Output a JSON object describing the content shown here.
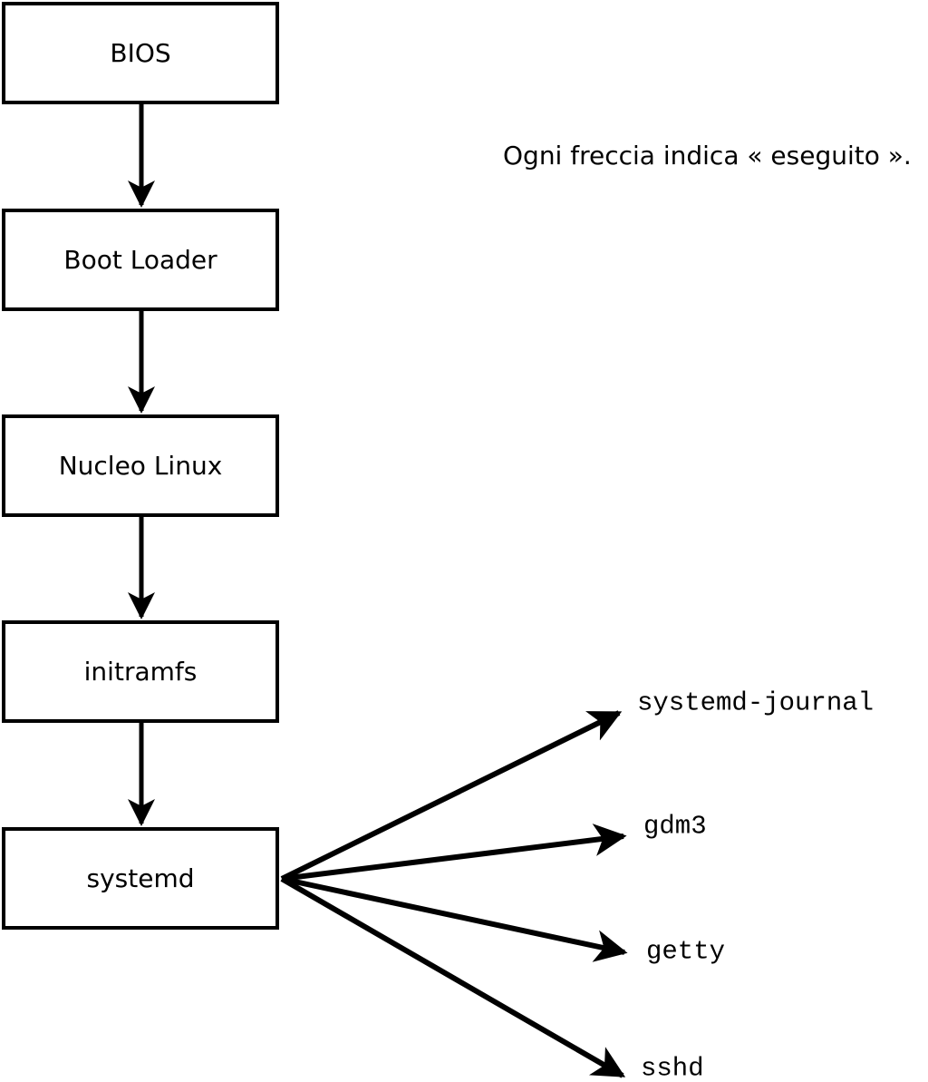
{
  "diagram": {
    "caption": "Ogni freccia indica « eseguito ».",
    "boxes": [
      {
        "id": "bios",
        "label": "BIOS"
      },
      {
        "id": "boot-loader",
        "label": "Boot Loader"
      },
      {
        "id": "nucleo-linux",
        "label": "Nucleo Linux"
      },
      {
        "id": "initramfs",
        "label": "initramfs"
      },
      {
        "id": "systemd",
        "label": "systemd"
      }
    ],
    "fan_targets": [
      {
        "id": "systemd-journal",
        "label": "systemd-journal"
      },
      {
        "id": "gdm3",
        "label": "gdm3"
      },
      {
        "id": "getty",
        "label": "getty"
      },
      {
        "id": "sshd",
        "label": "sshd"
      }
    ],
    "edges": [
      {
        "from": "BIOS",
        "to": "Boot Loader",
        "meaning": "eseguito"
      },
      {
        "from": "Boot Loader",
        "to": "Nucleo Linux",
        "meaning": "eseguito"
      },
      {
        "from": "Nucleo Linux",
        "to": "initramfs",
        "meaning": "eseguito"
      },
      {
        "from": "initramfs",
        "to": "systemd",
        "meaning": "eseguito"
      },
      {
        "from": "systemd",
        "to": "systemd-journal",
        "meaning": "eseguito"
      },
      {
        "from": "systemd",
        "to": "gdm3",
        "meaning": "eseguito"
      },
      {
        "from": "systemd",
        "to": "getty",
        "meaning": "eseguito"
      },
      {
        "from": "systemd",
        "to": "sshd",
        "meaning": "eseguito"
      }
    ],
    "colors": {
      "line": "#000000",
      "box_border": "#000000",
      "box_fill": "#ffffff",
      "text": "#000000",
      "background": "#ffffff"
    }
  }
}
